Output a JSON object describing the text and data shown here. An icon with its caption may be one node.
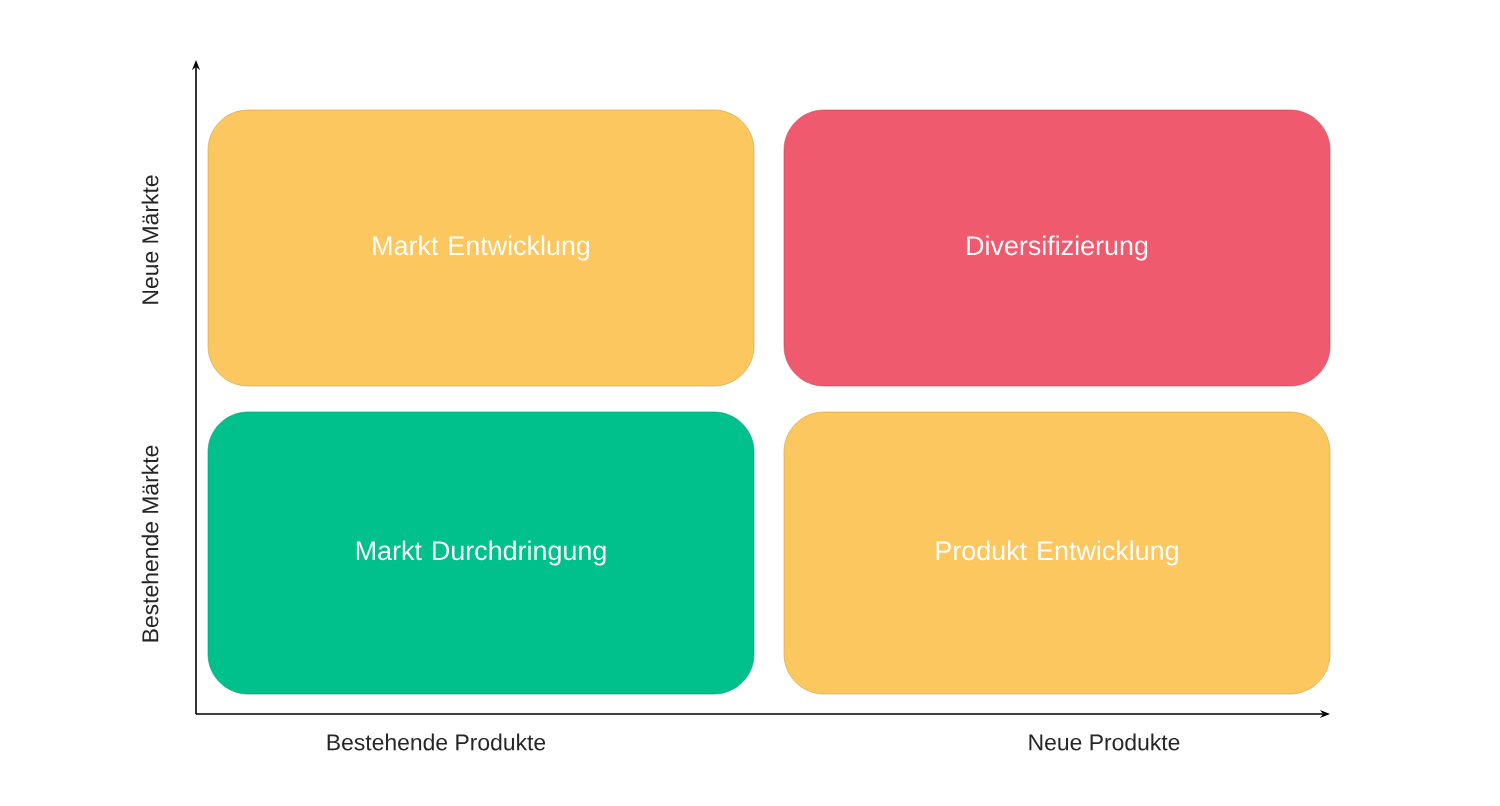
{
  "diagram": {
    "nodes": [
      {
        "text": [
          "Markt Entwicklung"
        ]
      },
      {
        "text": [
          "Diversifizierung"
        ]
      },
      {
        "text": [
          "Markt Durchdringung"
        ]
      },
      {
        "text": [
          "Produkt Entwicklung"
        ]
      }
    ],
    "labels": [
      "Neue Märkte",
      "Bestehende Märkte",
      "Bestehende Produkte",
      "Neue Produkte"
    ]
  }
}
